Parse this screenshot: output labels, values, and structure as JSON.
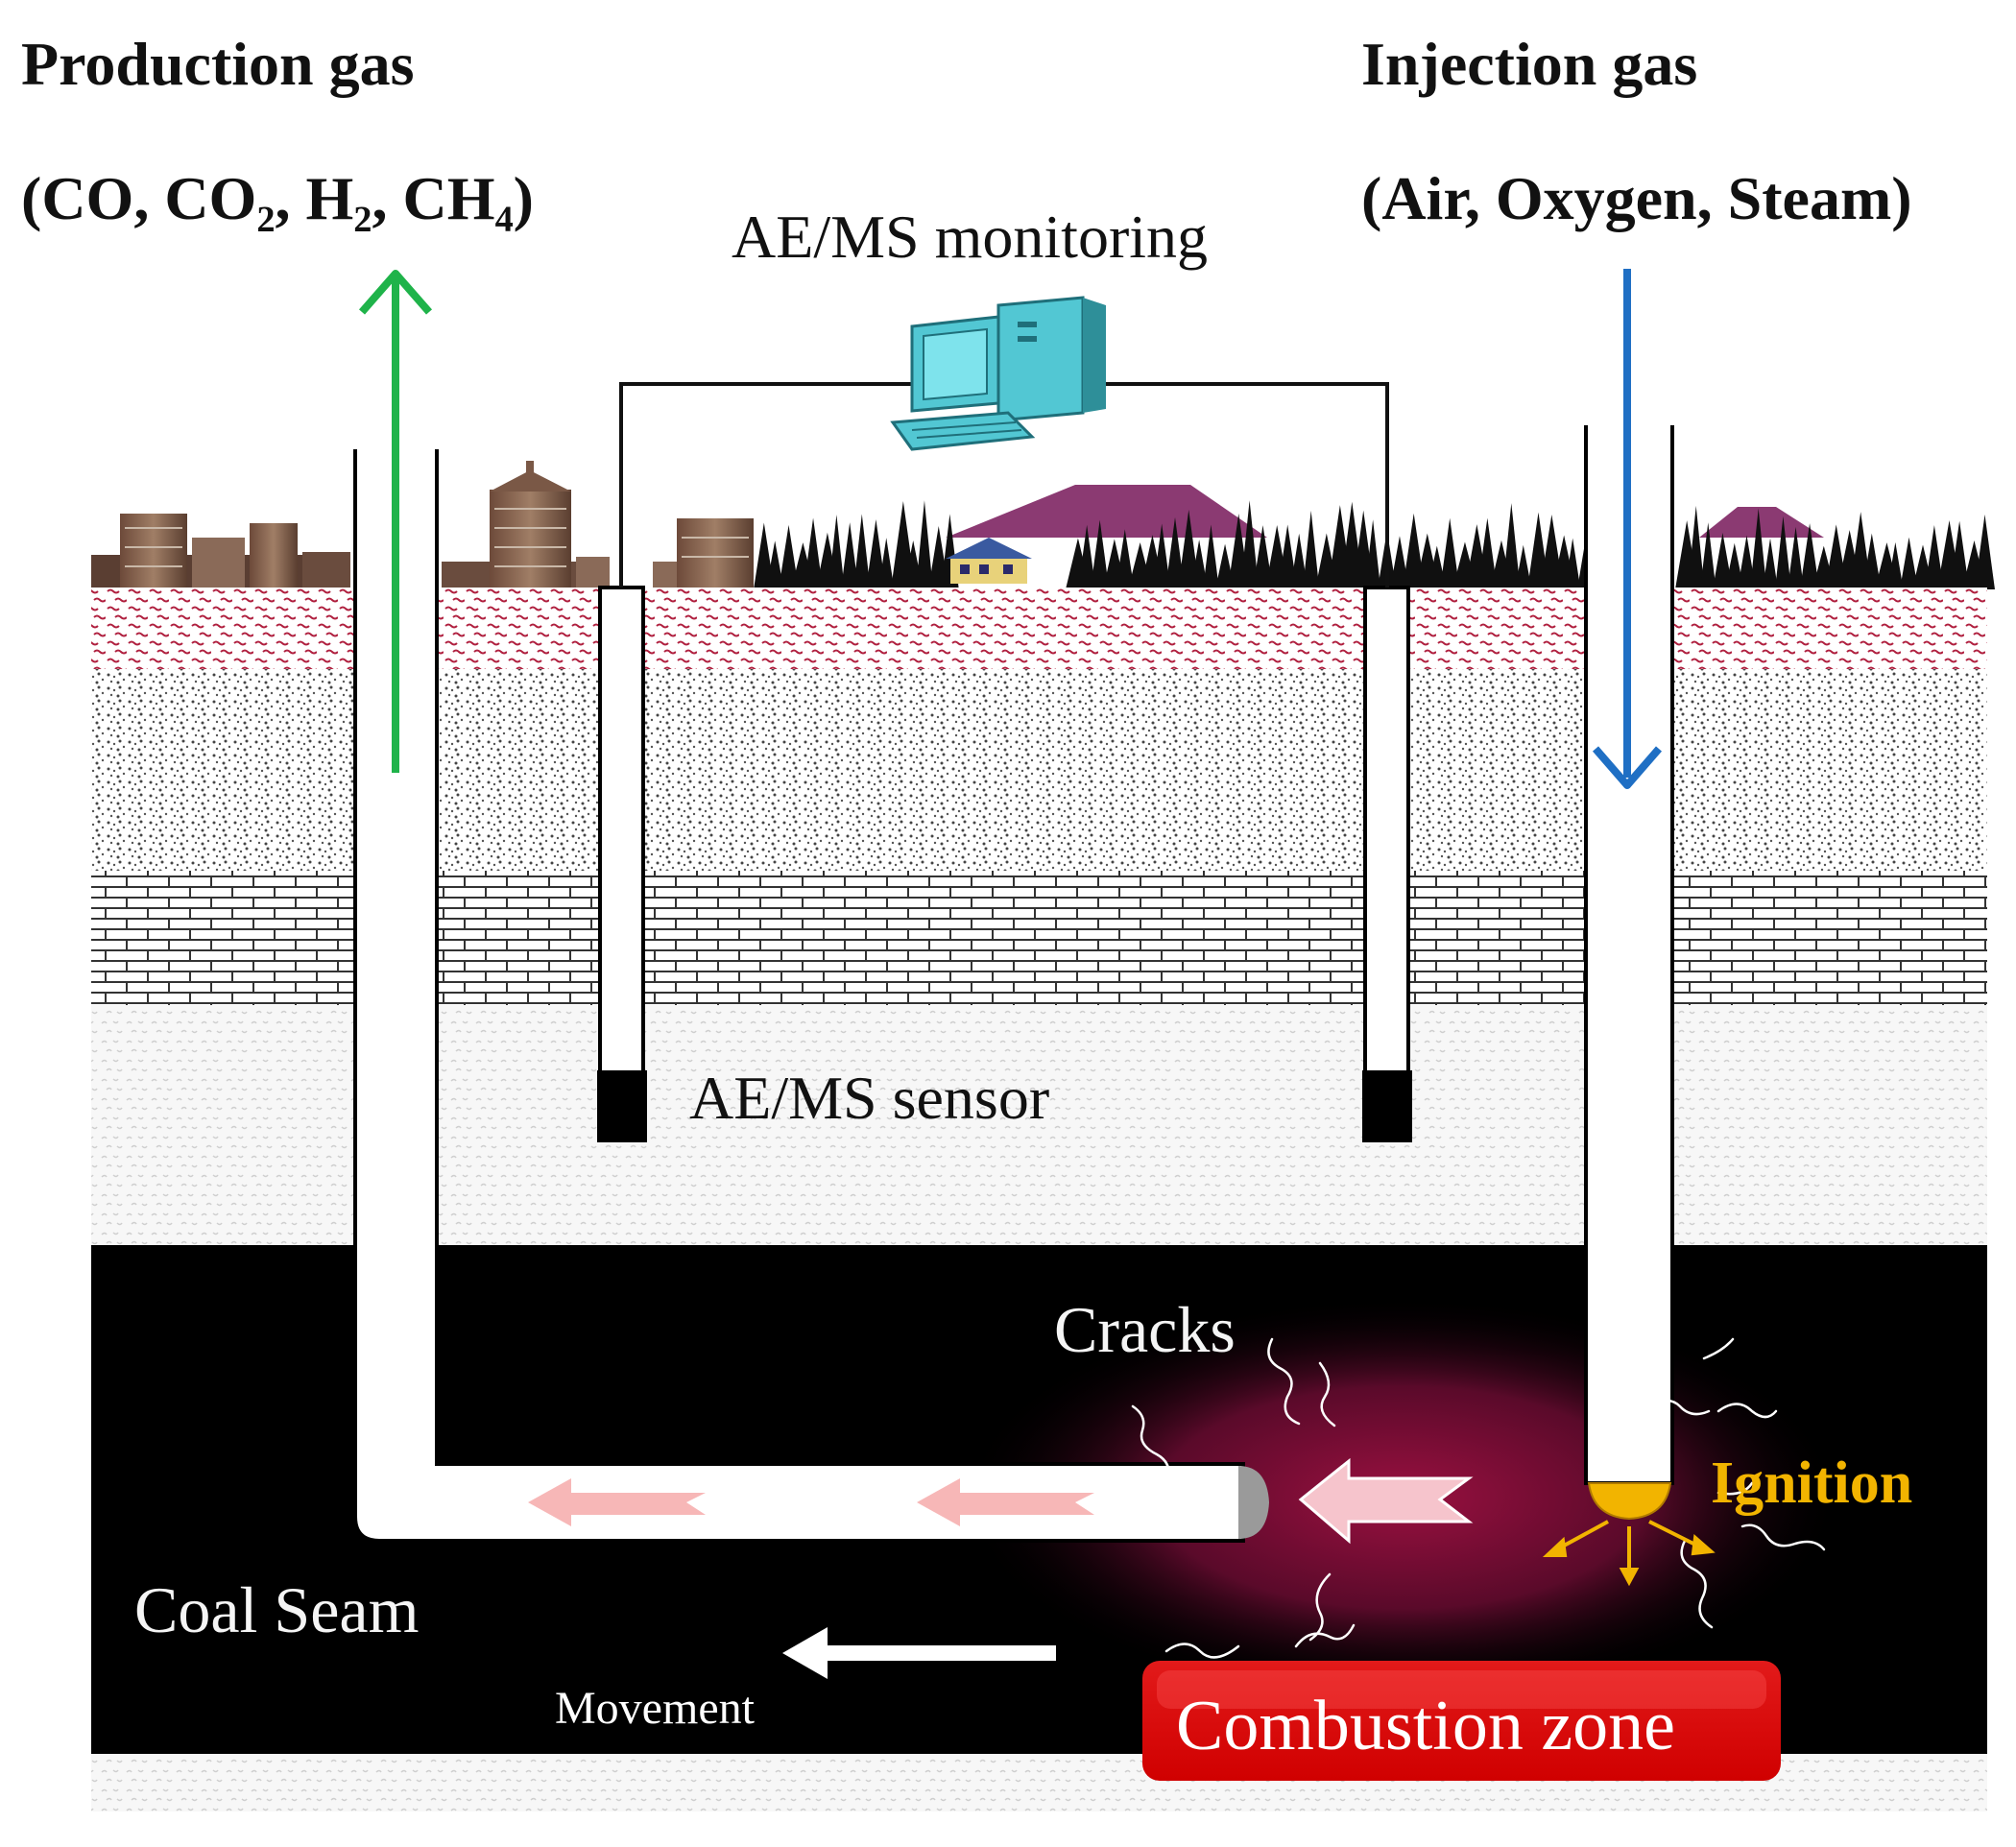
{
  "production": {
    "title": "Production gas",
    "gases": "(CO, CO₂, H₂, CH₄)",
    "arrow_color": "#1fb34a"
  },
  "injection": {
    "title": "Injection gas",
    "gases": "(Air, Oxygen, Steam)",
    "arrow_color": "#1f6fc4"
  },
  "monitoring": {
    "label": "AE/MS monitoring",
    "computer_icon": "computer-workstation-icon",
    "computer_color": "#52c7d3"
  },
  "sensor": {
    "label": "AE/MS sensor"
  },
  "coal_seam": {
    "label": "Coal Seam",
    "cracks_label": "Cracks",
    "movement_label": "Movement",
    "ignition_label": "Ignition",
    "combustion_label": "Combustion zone",
    "combustion_color": "#e00000",
    "ignition_color": "#f2b400",
    "seam_color": "#000000",
    "glow_color": "#7a0a2a"
  },
  "strata": {
    "top_layer_color": "#c03050",
    "mountain_color": "#8b3a72"
  }
}
